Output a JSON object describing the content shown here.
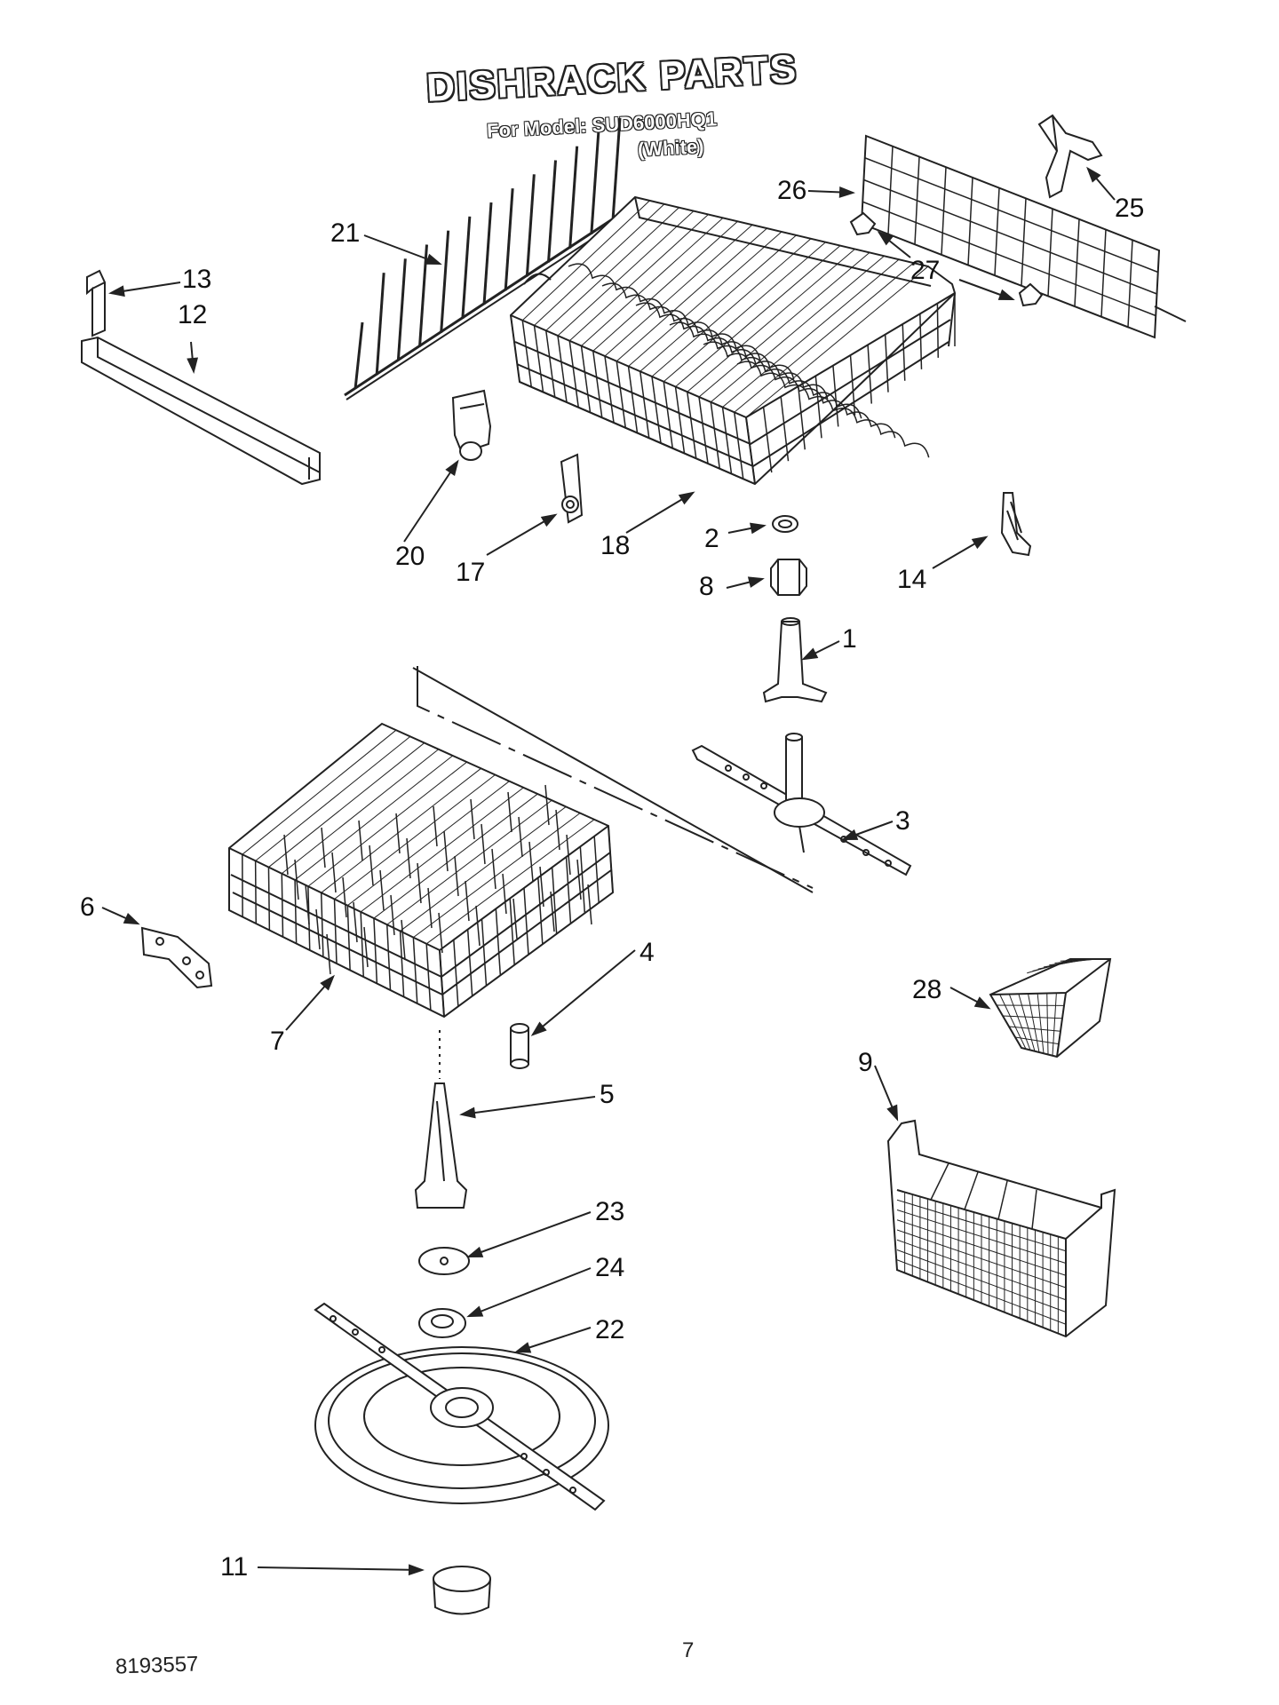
{
  "title": "DISHRACK PARTS",
  "model_line": "For Model: SUD6000HQ1",
  "color_line": "(White)",
  "part_numbers": {
    "p1": "1",
    "p2": "2",
    "p3": "3",
    "p4": "4",
    "p5": "5",
    "p6": "6",
    "p7": "7",
    "p8": "8",
    "p9": "9",
    "p11": "11",
    "p12": "12",
    "p13": "13",
    "p14": "14",
    "p17": "17",
    "p18": "18",
    "p20": "20",
    "p21": "21",
    "p22": "22",
    "p23": "23",
    "p24": "24",
    "p25": "25",
    "p26": "26",
    "p27": "27",
    "p28": "28"
  },
  "page_number": "7",
  "doc_number": "8193557"
}
